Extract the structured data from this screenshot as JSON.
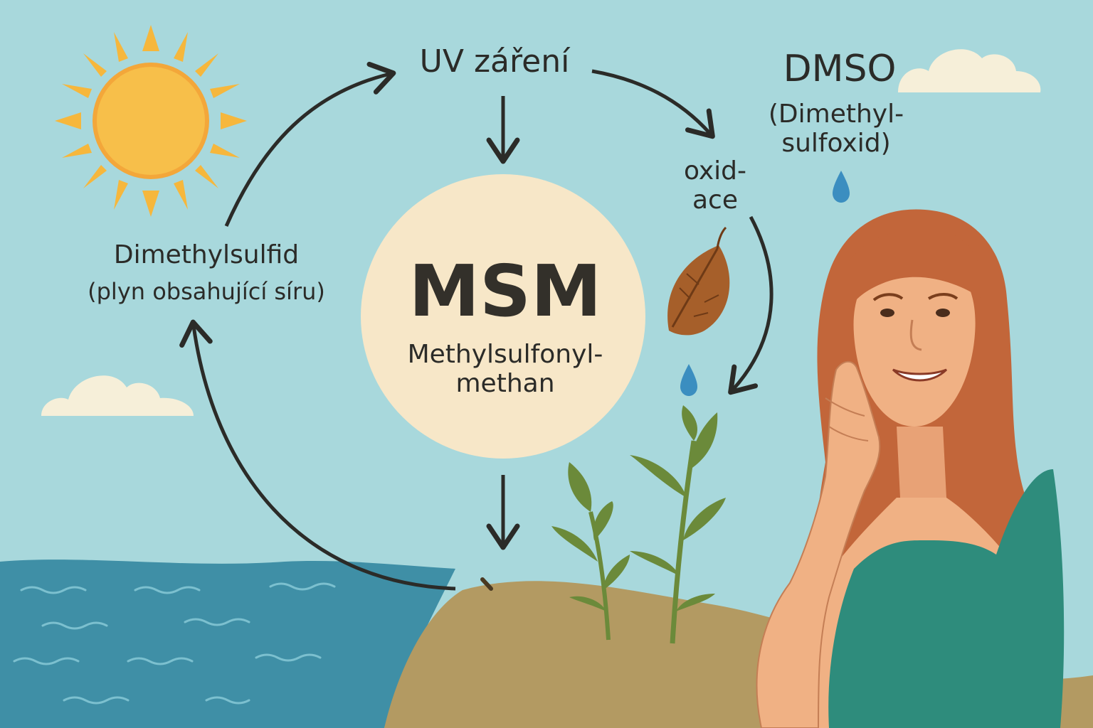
{
  "labels": {
    "uv": "UV záření",
    "dmso_title": "DMSO",
    "dmso_sub": "(Dimethyl-\nsulfoxid)",
    "oxidation": "oxid-\nace",
    "dms_title": "Dimethylsulfid",
    "dms_sub": "(plyn obsahující síru)",
    "msm_title": "MSM",
    "msm_sub": "Methylsulfonyl-\nmethan"
  },
  "colors": {
    "sky": "#a8d8dc",
    "sea": "#3f8fa6",
    "sand": "#b39a62",
    "sun": "#f6b73c",
    "msm_circle": "#f7e7c8",
    "arrow": "#2b2b28",
    "plant": "#6b8a3a",
    "leaf": "#a65f2a",
    "hair": "#c2663a",
    "top": "#2e8c7c",
    "skin": "#f0b184"
  },
  "icons": [
    "sun-icon",
    "cloud-icon",
    "leaf-icon",
    "water-drop-icon",
    "plant-icon",
    "woman-illustration"
  ]
}
